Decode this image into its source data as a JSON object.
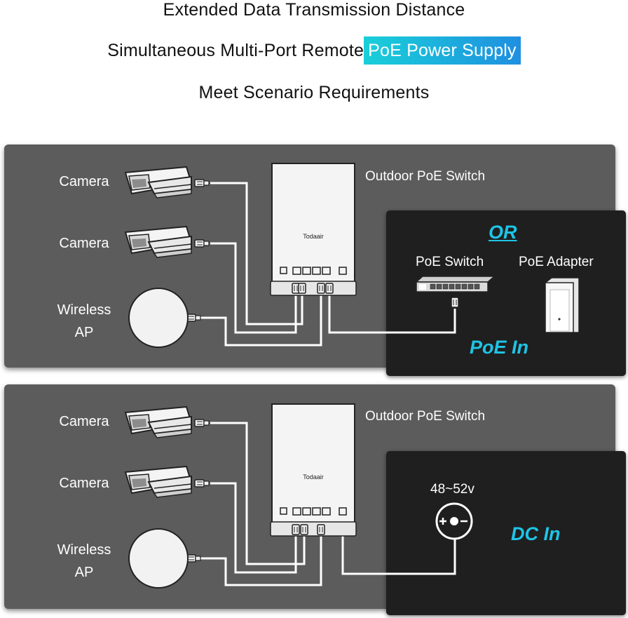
{
  "headlines": {
    "line1": "Extended Data Transmission Distance",
    "line2_prefix": "Simultaneous Multi-Port Remote",
    "line2_highlight": "PoE Power Supply",
    "line3": "Meet Scenario Requirements"
  },
  "colors": {
    "highlight_start": "#19cfd9",
    "highlight_end": "#1f8fe0",
    "accent_text": "#1ec4e6",
    "panel_bg": "#5c5c5c",
    "dark_box_bg": "#1f1f1f"
  },
  "top_scenario": {
    "device_labels": [
      "Camera",
      "Camera",
      "Wireless AP"
    ],
    "switch_label": "Outdoor PoE Switch",
    "switch_brand": "Todaair",
    "or_label": "OR",
    "poe_switch_label": "PoE Switch",
    "poe_adapter_label": "PoE Adapter",
    "input_label": "PoE In"
  },
  "bottom_scenario": {
    "device_labels": [
      "Camera",
      "Camera",
      "Wireless AP"
    ],
    "switch_label": "Outdoor PoE Switch",
    "switch_brand": "Todaair",
    "voltage_label": "48~52v",
    "input_label": "DC In"
  },
  "icons": [
    "camera-icon",
    "wireless-ap-icon",
    "rj45-plug-icon",
    "poe-switch-icon",
    "poe-adapter-icon",
    "dc-polarity-icon"
  ]
}
